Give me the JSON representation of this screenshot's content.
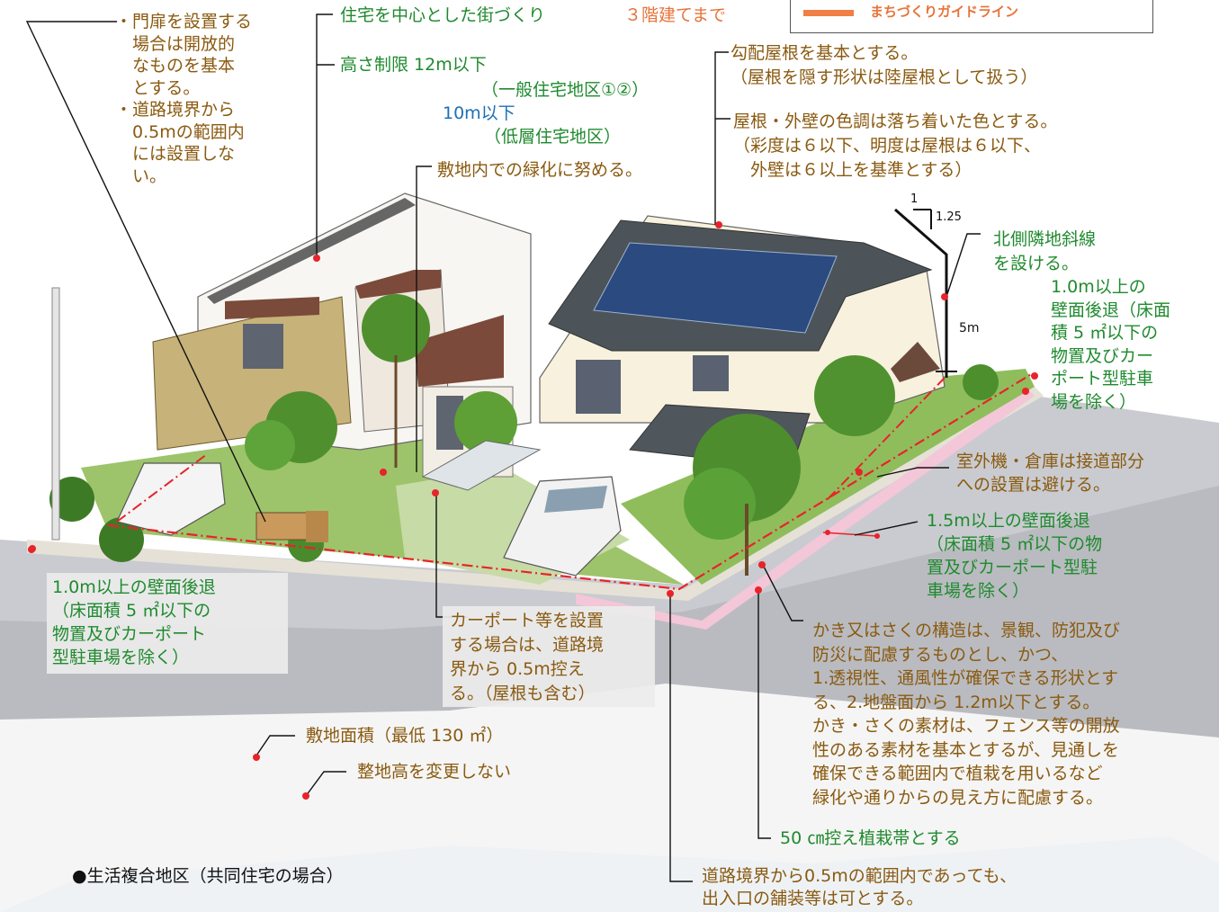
{
  "legend": {
    "label": "まちづくりガイドライン",
    "color": "#f07e45"
  },
  "labels": {
    "gate": "・門扉を設置する\n　場合は開放的\n　なものを基本\n　とする。\n・道路境界から\n　0.5mの範囲内\n　には設置しな\n　い。",
    "town": "住宅を中心とした街づくり",
    "three_story": "３階建てまで",
    "height_12": "高さ制限 12m以下",
    "general_district": "（一般住宅地区①②）",
    "height_10": "10m以下",
    "low_district": "（低層住宅地区）",
    "greening": "敷地内での緑化に努める。",
    "roof": "勾配屋根を基本とする。\n（屋根を隠す形状は陸屋根として扱う）",
    "color": "屋根・外壁の色調は落ち着いた色とする。\n（彩度は６以下、明度は屋根は６以下、\n　外壁は６以上を基準とする）",
    "north_slope": "北側隣地斜線\nを設ける。",
    "setback_1m_right": "1.0m以上の\n壁面後退（床面\n積 5 ㎡以下の\n物置及びカー\nポート型駐車\n場を除く）",
    "outdoor_unit": "室外機・倉庫は接道部分\nへの設置は避ける。",
    "setback_15m": "1.5m以上の壁面後退\n（床面積 5 ㎡以下の物\n置及びカーポート型駐\n車場を除く）",
    "setback_1m_left": "1.0m以上の壁面後退\n（床面積 5 ㎡以下の\n物置及びカーポート\n型駐車場を除く）",
    "carport": "カーポート等を設置\nする場合は、道路境\n界から 0.5m控え\nる。（屋根も含む）",
    "fence": "かき又はさくの構造は、景観、防犯及び\n防災に配慮するものとし、かつ、\n1.透視性、通風性が確保できる形状とす\nる、2.地盤面から 1.2m以下とする。\nかき・さくの素材は、フェンス等の開放\n性のある素材を基本とするが、見通しを\n確保できる範囲内で植栽を用いるなど\n緑化や通りからの見え方に配慮する。",
    "site_area": "敷地面積（最低 130 ㎡）",
    "ground": "整地高を変更しない",
    "planting_50": "50 ㎝控え植栽帯とする",
    "entrance": "道路境界から0.5mの範囲内であっても、\n出入口の舗装等は可とする。",
    "district": "●生活複合地区（共同住宅の場合）",
    "slope_1": "1",
    "slope_125": "1.25",
    "five_m": "5m"
  }
}
